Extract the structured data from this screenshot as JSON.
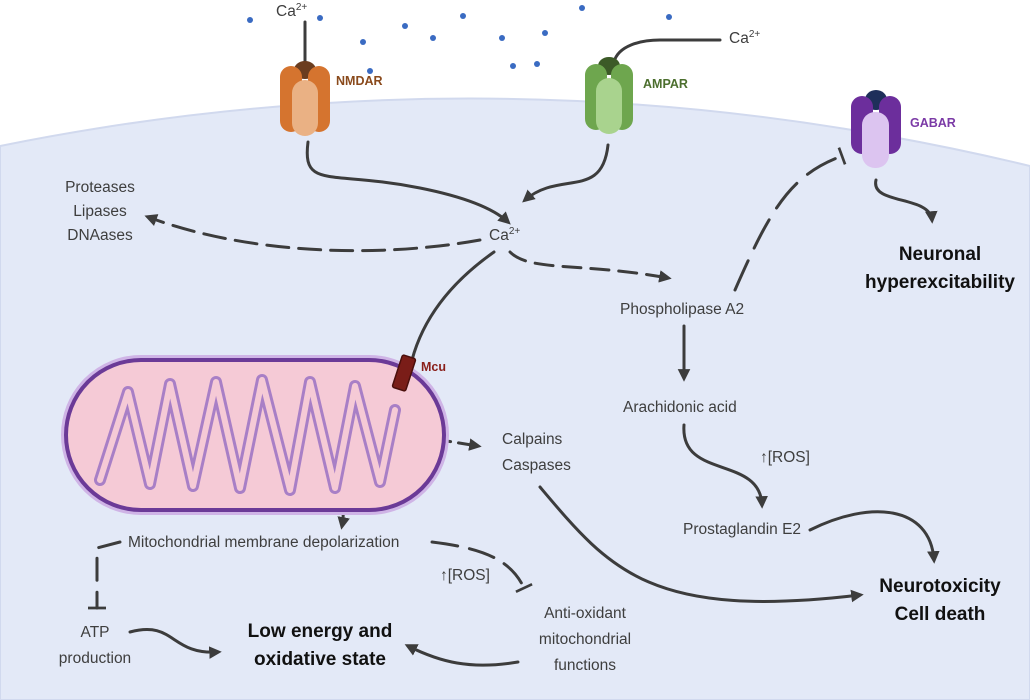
{
  "colors": {
    "cell_fill": "#e3e9f7",
    "cell_edge": "#d1d9ee",
    "arrow": "#3c3c3c",
    "dots": "#3a6bc2",
    "nmdar": "#e08a45",
    "ampar": "#7db55e",
    "gabar": "#7b3aa6",
    "mcu": "#7a1d18",
    "mito_fill": "#f5cad6",
    "mito_edge": "#6b3a97"
  },
  "receptors": {
    "nmdar": {
      "label": "NMDAR",
      "color": "#8a4a1c"
    },
    "ampar": {
      "label": "AMPAR",
      "color": "#4c6f2e"
    },
    "gabar": {
      "label": "GABAR",
      "color": "#7b3aa6"
    },
    "mcu": {
      "label": "Mcu",
      "color": "#8a1f1a"
    }
  },
  "ions": {
    "nmdar_ca": {
      "base": "Ca",
      "charge": "2+"
    },
    "ampar_ca": {
      "base": "Ca",
      "charge": "2+"
    },
    "cyto_ca": {
      "base": "Ca",
      "charge": "2+"
    }
  },
  "labels": {
    "proteases": "Proteases",
    "lipases": "Lipases",
    "dnaases": "DNAases",
    "phospholipase": "Phospholipase A2",
    "arachidonic": "Arachidonic acid",
    "ros_right": "↑[ROS]",
    "prostaglandin": "Prostaglandin E2",
    "calpains": "Calpains",
    "caspases": "Caspases",
    "mito_depol": "Mitochondrial membrane depolarization",
    "ros_left": "↑[ROS]",
    "antiox_1": "Anti-oxidant",
    "antiox_2": "mitochondrial",
    "antiox_3": "functions",
    "atp_1": "ATP",
    "atp_2": "production"
  },
  "outcomes": {
    "hyper_1": "Neuronal",
    "hyper_2": "hyperexcitability",
    "neurotox_1": "Neurotoxicity",
    "neurotox_2": "Cell death",
    "lowenergy_1": "Low energy and",
    "lowenergy_2": "oxidative state"
  }
}
